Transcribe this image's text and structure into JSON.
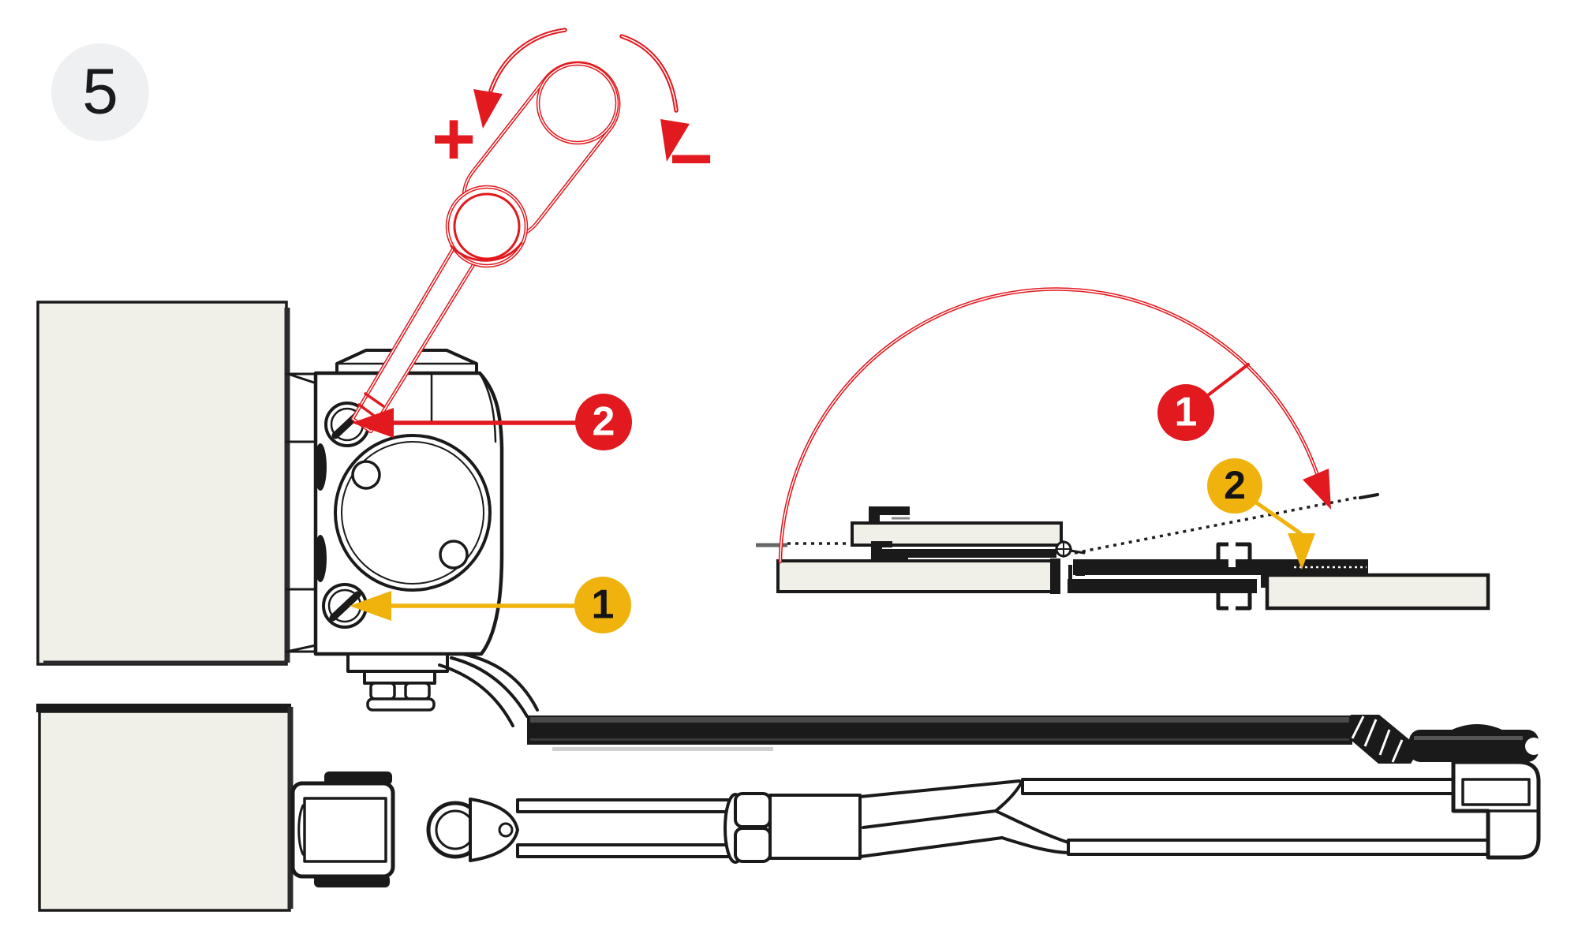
{
  "step": {
    "label": "5"
  },
  "symbols": {
    "plus": "+",
    "minus": "−"
  },
  "callouts": {
    "elevation_top_valve": {
      "number": "2",
      "color_ref": "red"
    },
    "elevation_bottom_valve": {
      "number": "1",
      "color_ref": "yellow"
    },
    "plan_swing_arc": {
      "number": "1",
      "color_ref": "red"
    },
    "plan_open_door": {
      "number": "2",
      "color_ref": "yellow"
    }
  },
  "colors": {
    "red": "#e2191e",
    "yellow": "#f0b20c",
    "ink": "#1a1a1a",
    "panel": "#f0efe8",
    "step_badge_bg": "#eef0f2",
    "background": "#ffffff"
  }
}
